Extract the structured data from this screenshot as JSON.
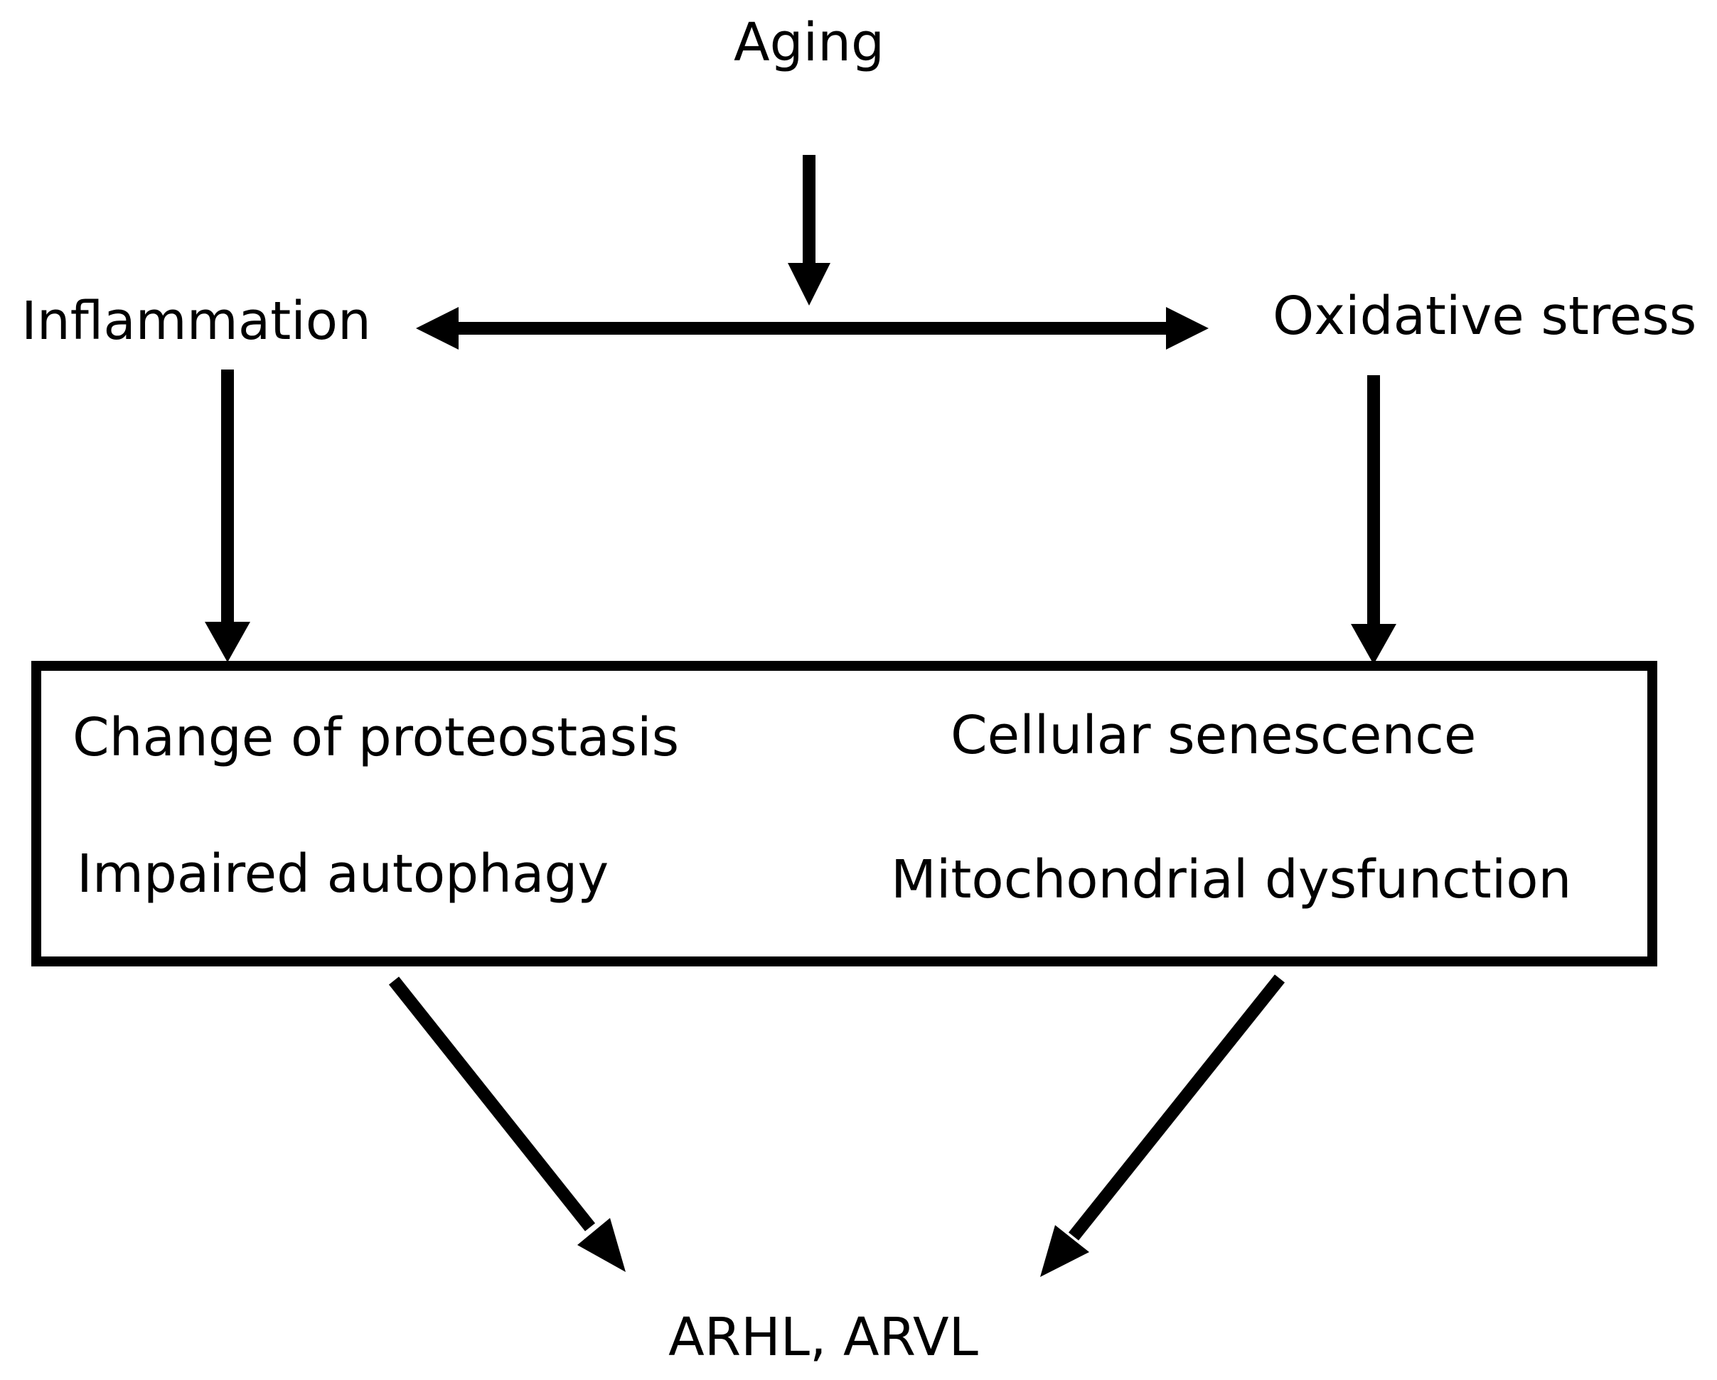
{
  "nodes": {
    "aging": "Aging",
    "inflammation": "Inflammation",
    "oxidative_stress": "Oxidative stress",
    "outcome": "ARHL, ARVL"
  },
  "box_items": {
    "proteostasis": "Change of proteostasis",
    "senescence": "Cellular senescence",
    "autophagy": "Impaired autophagy",
    "mitochondrial": "Mitochondrial dysfunction"
  },
  "colors": {
    "stroke": "#000000",
    "background": "#ffffff"
  }
}
